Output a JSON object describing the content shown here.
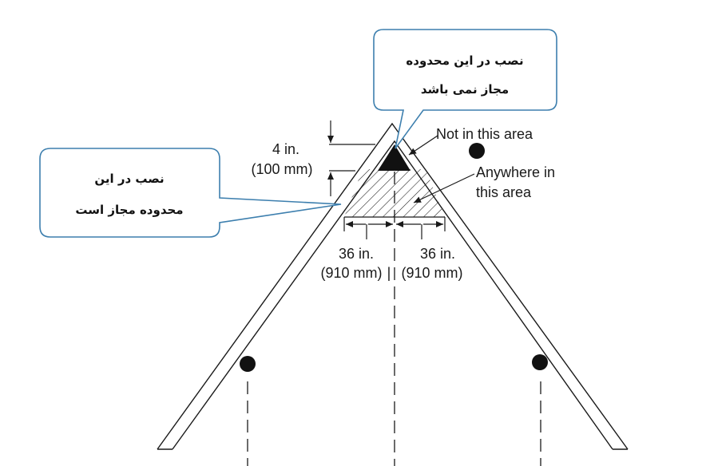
{
  "callouts": {
    "top": {
      "line1": "نصب در این محدوده",
      "line2": "مجاز نمی باشد"
    },
    "left": {
      "line1": "نصب در این",
      "line2": "محدوده مجاز است"
    }
  },
  "labels": {
    "height_in": "4 in.",
    "height_mm": "(100 mm)",
    "not_in_area": "Not in this area",
    "anywhere_line1": "Anywhere in",
    "anywhere_line2": "this area",
    "left_dist_in": "36 in.",
    "left_dist_mm": "(910 mm)",
    "right_dist_in": "36 in.",
    "right_dist_mm": "(910 mm)"
  },
  "colors": {
    "callout_border": "#3d7fae",
    "line": "#1a1a1a"
  }
}
